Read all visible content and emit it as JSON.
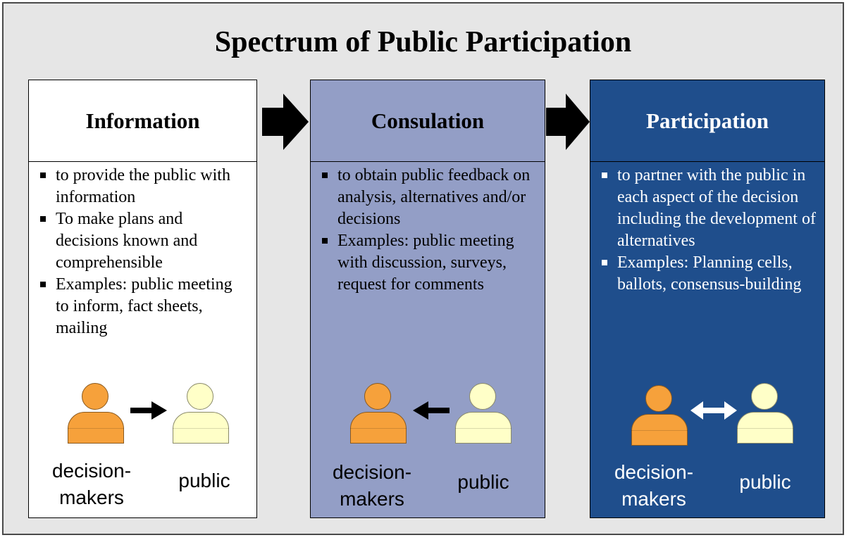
{
  "title": "Spectrum of Public Participation",
  "colors": {
    "frame_background": "#e6e6e6",
    "information_background": "#ffffff",
    "consultation_background": "#939ec6",
    "participation_background": "#1f4e8c",
    "decision_maker_figure": "#f6a13b",
    "public_figure": "#ffffc8"
  },
  "columns": [
    {
      "heading": "Information",
      "points": [
        "to provide the public with information",
        "To make plans and decisions known and comprehensible",
        "Examples: public meeting to inform, fact sheets, mailing"
      ],
      "flow": "decision-makers → public",
      "label_decision_makers_line1": "decision-",
      "label_decision_makers_line2": "makers",
      "label_public": "public"
    },
    {
      "heading": "Consulation",
      "points": [
        "to obtain public feedback on analysis, alternatives and/or decisions",
        "Examples: public meeting with discussion, surveys, request for comments"
      ],
      "flow": "public → decision-makers",
      "label_decision_makers_line1": "decision-",
      "label_decision_makers_line2": "makers",
      "label_public": "public"
    },
    {
      "heading": "Participation",
      "points": [
        "to partner with the public in each aspect of the decision including the development of alternatives",
        "Examples: Planning cells, ballots, consensus-building"
      ],
      "flow": "decision-makers ↔ public",
      "label_decision_makers_line1": "decision-",
      "label_decision_makers_line2": "makers",
      "label_public": "public"
    }
  ],
  "icons": {
    "transition_arrow": "right-arrow-icon",
    "decision_maker": "person-icon",
    "public": "person-icon"
  }
}
